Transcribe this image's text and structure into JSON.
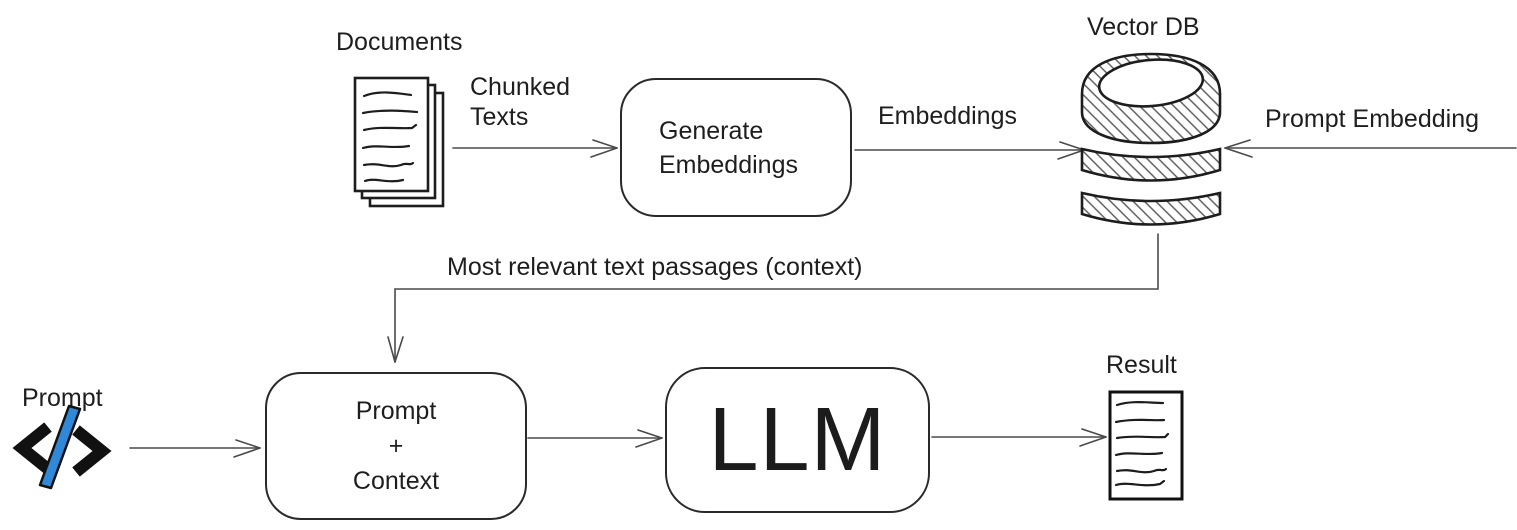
{
  "title": "RAG pipeline diagram",
  "colors": {
    "ink": "#222222",
    "connector_line": "#4a4a4a",
    "accent_blue": "#2f88d8",
    "background": "#ffffff"
  },
  "nodes": {
    "documents": {
      "label": "Documents",
      "icon": "documents-stack-icon"
    },
    "generate_embeddings": {
      "line1": "Generate",
      "line2": "Embeddings"
    },
    "vector_db": {
      "label": "Vector DB",
      "icon": "database-icon"
    },
    "prompt": {
      "label": "Prompt",
      "icon": "code-icon"
    },
    "prompt_context": {
      "line1": "Prompt",
      "line2": "+",
      "line3": "Context"
    },
    "llm": {
      "label": "LLM"
    },
    "result": {
      "label": "Result",
      "icon": "document-icon"
    }
  },
  "edges": {
    "chunked_texts": {
      "line1": "Chunked",
      "line2": "Texts"
    },
    "embeddings": {
      "label": "Embeddings"
    },
    "prompt_embedding": {
      "label": "Prompt Embedding"
    },
    "context": {
      "label": "Most relevant text passages (context)"
    }
  }
}
